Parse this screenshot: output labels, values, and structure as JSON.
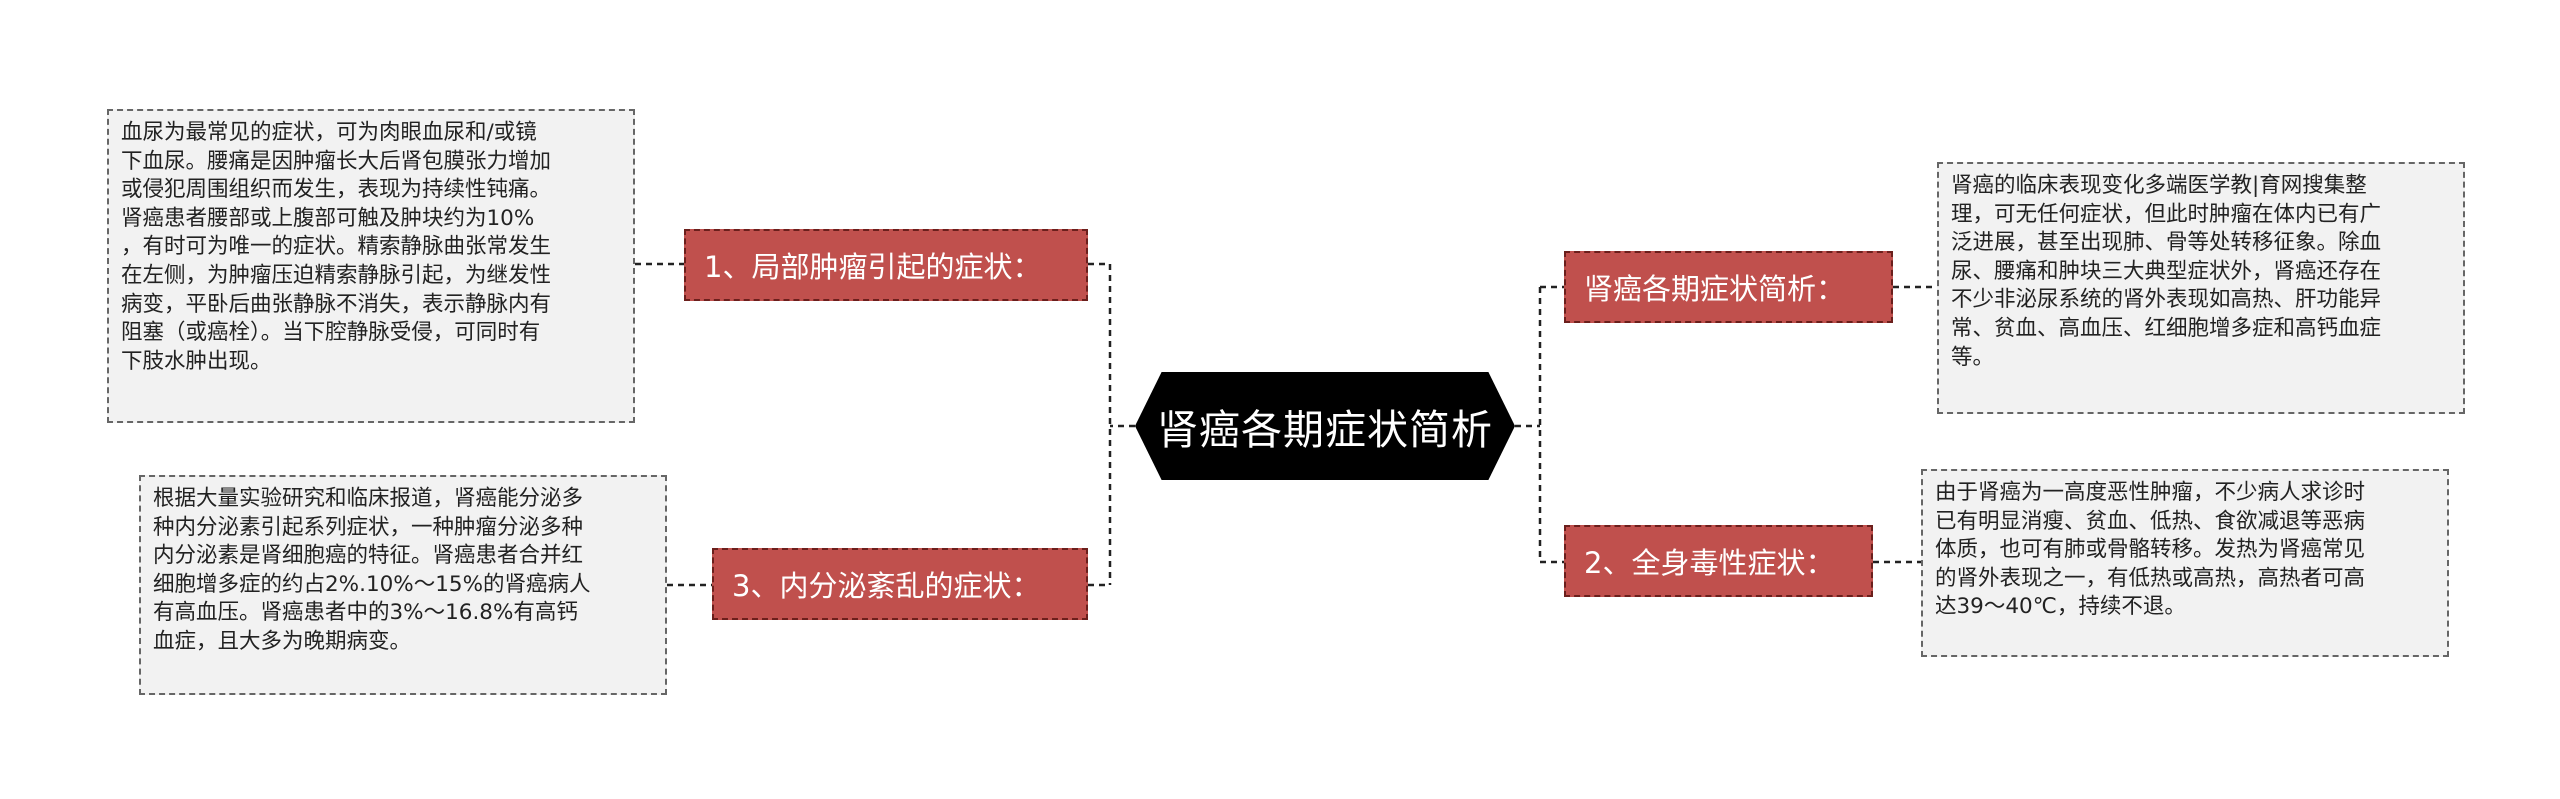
{
  "central": {
    "title": "肾癌各期症状简析"
  },
  "branches": [
    {
      "label": "1、局部肿瘤引起的症状：",
      "note_lines": [
        "血尿为最常见的症状，可为肉眼血尿和/或镜",
        "下血尿。腰痛是因肿瘤长大后肾包膜张力增加",
        "或侵犯周围组织而发生，表现为持续性钝痛。",
        "肾癌患者腰部或上腹部可触及肿块约为10%",
        "，有时可为唯一的症状。精索静脉曲张常发生",
        "在左侧，为肿瘤压迫精索静脉引起，为继发性",
        "病变，平卧后曲张静脉不消失，表示静脉内有",
        "阻塞（或癌栓）。当下腔静脉受侵，可同时有",
        "下肢水肿出现。"
      ]
    },
    {
      "label": "3、内分泌紊乱的症状：",
      "note_lines": [
        "根据大量实验研究和临床报道，肾癌能分泌多",
        "种内分泌素引起系列症状，一种肿瘤分泌多种",
        "内分泌素是肾细胞癌的特征。肾癌患者合并红",
        "细胞增多症的约占2%.10%～15%的肾癌病人",
        "有高血压。肾癌患者中的3%～16.8%有高钙",
        "血症，且大多为晚期病变。"
      ]
    },
    {
      "label": "肾癌各期症状简析：",
      "note_lines": [
        "肾癌的临床表现变化多端医学教|育网搜集整",
        "理，可无任何症状，但此时肿瘤在体内已有广",
        "泛进展，甚至出现肺、骨等处转移征象。除血",
        "尿、腰痛和肿块三大典型症状外，肾癌还存在",
        "不少非泌尿系统的肾外表现如高热、肝功能异",
        "常、贫血、高血压、红细胞增多症和高钙血症",
        "等。"
      ]
    },
    {
      "label": "2、全身毒性症状：",
      "note_lines": [
        "由于肾癌为一高度恶性肿瘤，不少病人求诊时",
        "已有明显消瘦、贫血、低热、食欲减退等恶病",
        "体质，也可有肺或骨骼转移。发热为肾癌常见",
        "的肾外表现之一，有低热或高热，高热者可高",
        "达39～40℃，持续不退。"
      ]
    }
  ],
  "colors": {
    "branch_fill": "#c0504d",
    "central_fill": "#000000",
    "note_fill": "#f2f2f2"
  }
}
